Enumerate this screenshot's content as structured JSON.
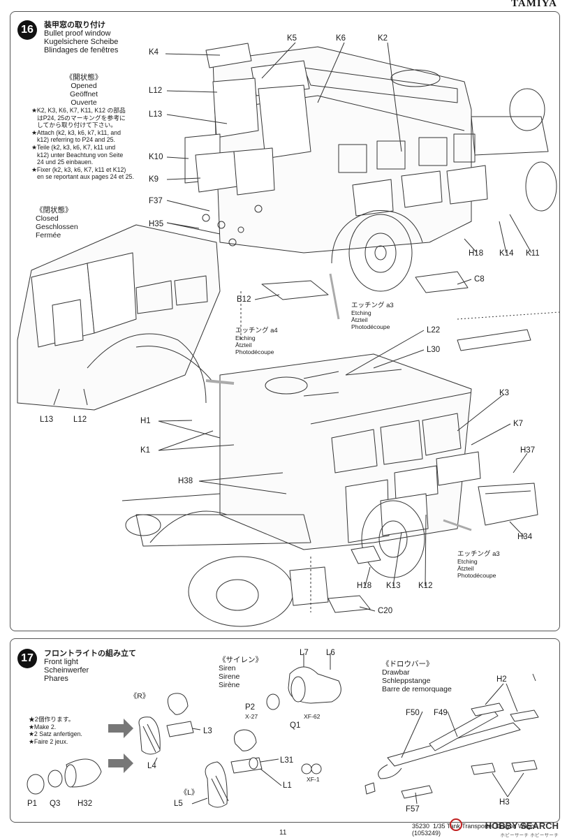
{
  "brand": "TAMIYA",
  "step16": {
    "number": "16",
    "title_jp": "装甲窓の取り付け",
    "title_en": "Bullet proof window",
    "title_de": "Kugelsichere Scheibe",
    "title_fr": "Blindages de fenêtres",
    "opened": {
      "jp": "《開状態》",
      "en": "Opened",
      "de": "Geöffnet",
      "fr": "Ouverte"
    },
    "closed": {
      "jp": "《閉状態》",
      "en": "Closed",
      "de": "Geschlossen",
      "fr": "Fermée"
    },
    "notes": [
      "★K2, K3, K6, K7, K11, K12 の部品",
      "はP24, 25のマーキングを参考に",
      "してから取り付けて下さい。",
      "★Attach (k2, k3, k6, k7, k11, and",
      "k12) referring to P24 and 25.",
      "★Teile (k2, k3, k6, K7, k11 und",
      "k12) unter Beachtung von Seite",
      "24 und 25 einbauen.",
      "★Fixer (k2, k3, k6, K7, k11 et K12)",
      "en se reportant aux pages 24 et 25."
    ],
    "parts": {
      "K4": "K4",
      "K5": "K5",
      "K6": "K6",
      "K2": "K2",
      "L12": "L12",
      "L13": "L13",
      "K10": "K10",
      "K9": "K9",
      "F37": "F37",
      "H35": "H35",
      "B12": "B12",
      "H18": "H18",
      "K14": "K14",
      "K11": "K11",
      "C8": "C8",
      "L13b": "L13",
      "L12b": "L12",
      "H1": "H1",
      "K1": "K1",
      "H38": "H38",
      "L22": "L22",
      "L30": "L30",
      "K3": "K3",
      "K7": "K7",
      "H37": "H37",
      "H34": "H34",
      "H18b": "H18",
      "K13": "K13",
      "K12": "K12",
      "C20": "C20"
    },
    "etchings": [
      {
        "jp": "エッチング a3",
        "en": "Etching",
        "de": "Ätzteil",
        "fr": "Photodécoupe"
      },
      {
        "jp": "エッチング a4",
        "en": "Etching",
        "de": "Ätzteil",
        "fr": "Photodécoupe"
      },
      {
        "jp": "エッチング a3",
        "en": "Etching",
        "de": "Ätzteil",
        "fr": "Photodécoupe"
      }
    ]
  },
  "step17": {
    "number": "17",
    "title_jp": "フロントライトの組み立て",
    "title_en": "Front light",
    "title_de": "Scheinwerfer",
    "title_fr": "Phares",
    "right_label": "《R》",
    "left_label": "《L》",
    "notes": [
      "★2個作ります。",
      "★Make 2.",
      "★2 Satz anfertigen.",
      "★Faire 2 jeux."
    ],
    "siren": {
      "jp": "《サイレン》",
      "en": "Siren",
      "de": "Sirene",
      "fr": "Sirène"
    },
    "drawbar": {
      "jp": "《ドロウバー》",
      "en": "Drawbar",
      "de": "Schleppstange",
      "fr": "Barre de remorquage"
    },
    "parts": {
      "L3": "L3",
      "L4": "L4",
      "L31": "L31",
      "L1": "L1",
      "L5": "L5",
      "P1": "P1",
      "Q3": "Q3",
      "H32": "H32",
      "L7": "L7",
      "L6": "L6",
      "P2": "P2",
      "Q1": "Q1",
      "X27": "X-27",
      "XF62": "XF-62",
      "XF1": "XF-1",
      "F50": "F50",
      "F49": "F49",
      "H2": "H2",
      "H3": "H3",
      "F57": "F57"
    }
  },
  "footer": {
    "code": "35230",
    "product": "1/35 Tank Transporter Dragon Wagon (1053249)",
    "page": "11",
    "watermark": "HOBBY SEARCH",
    "watermark_sub": "ホビーサーチ  ホビーサーチ"
  }
}
